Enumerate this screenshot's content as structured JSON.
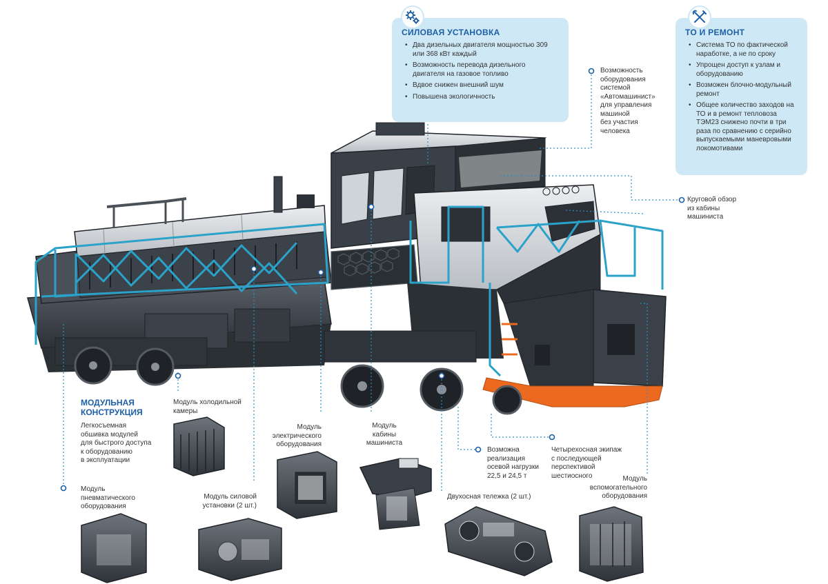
{
  "power_unit": {
    "title": "СИЛОВАЯ УСТАНОВКА",
    "items": [
      "Два дизельных двигателя мощностью 309 или 368 кВт каждый",
      "Возможность перевода дизельного двигателя на газовое топливо",
      "Вдвое снижен внешний шум",
      "Повышена экологичность"
    ],
    "icon": "gears-icon"
  },
  "maintenance": {
    "title": "ТО И РЕМОНТ",
    "items": [
      "Система ТО по фактической наработке, а не по сроку",
      "Упрощен доступ к узлам и оборудованию",
      "Возможен блочно-модульный ремонт",
      "Общее количество заходов на ТО и в ремонт тепловоза ТЭМ23 снижено почти в три раза по сравнению с серийно выпускаемыми маневровыми локомотивами"
    ],
    "icon": "wrench-screwdriver-icon"
  },
  "callouts": {
    "autodriver": "Возможность\nоборудования\nсистемой\n«Автомашинист»\nдля управления\nмашиной\nбез участия\nчеловека",
    "view": "Круговой обзор\nиз кабины\nмашиниста",
    "axle_load": "Возможна\nреализация\nосевой нагрузки\n22,5 и 24,5 т",
    "four_axle": "Четырехосная экипаж\nс последующей\nперспективой\nшестиосного",
    "bogie": "Двухосная тележка (2 шт.)",
    "aux": "Модуль\nвспомогательного\nоборудования",
    "cab": "Модуль\nкабины\nмашиниста",
    "electric": "Модуль\nэлектрического\nоборудования",
    "power_module": "Модуль силовой\nустановки (2 шт.)",
    "cold_chamber": "Модуль холодильной\nкамеры",
    "pneumatic": "Модуль\nпневматического\nоборудования"
  },
  "modular": {
    "title": "МОДУЛЬНАЯ\nКОНСТРУКЦИЯ",
    "text": "Легкосъемная\nобшивка модулей\nдля быстрого доступа\nк оборудованию\nв эксплуатации"
  },
  "colors": {
    "accent": "#1c5fa6",
    "box": "#cfe8f6",
    "rail": "#2aa2c9",
    "orange": "#ec6a1f",
    "body_dark": "#3b4148",
    "body_light": "#d6d9dc"
  }
}
